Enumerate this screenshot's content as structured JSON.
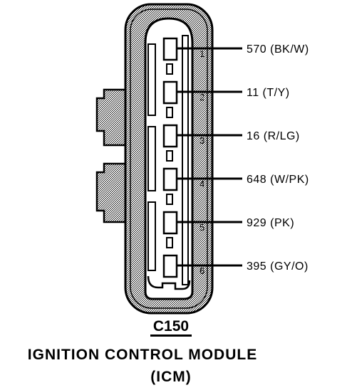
{
  "connector": {
    "id": "C150",
    "name": "IGNITION CONTROL MODULE",
    "abbreviation": "(ICM)"
  },
  "pins": [
    {
      "number": "1",
      "circuit": "570 (BK/W)"
    },
    {
      "number": "2",
      "circuit": "11 (T/Y)"
    },
    {
      "number": "3",
      "circuit": "16 (R/LG)"
    },
    {
      "number": "4",
      "circuit": "648 (W/PK)"
    },
    {
      "number": "5",
      "circuit": "929 (PK)"
    },
    {
      "number": "6",
      "circuit": "395 (GY/O)"
    }
  ],
  "colors": {
    "ink": "#000000",
    "shading": "#b8b8b8"
  }
}
